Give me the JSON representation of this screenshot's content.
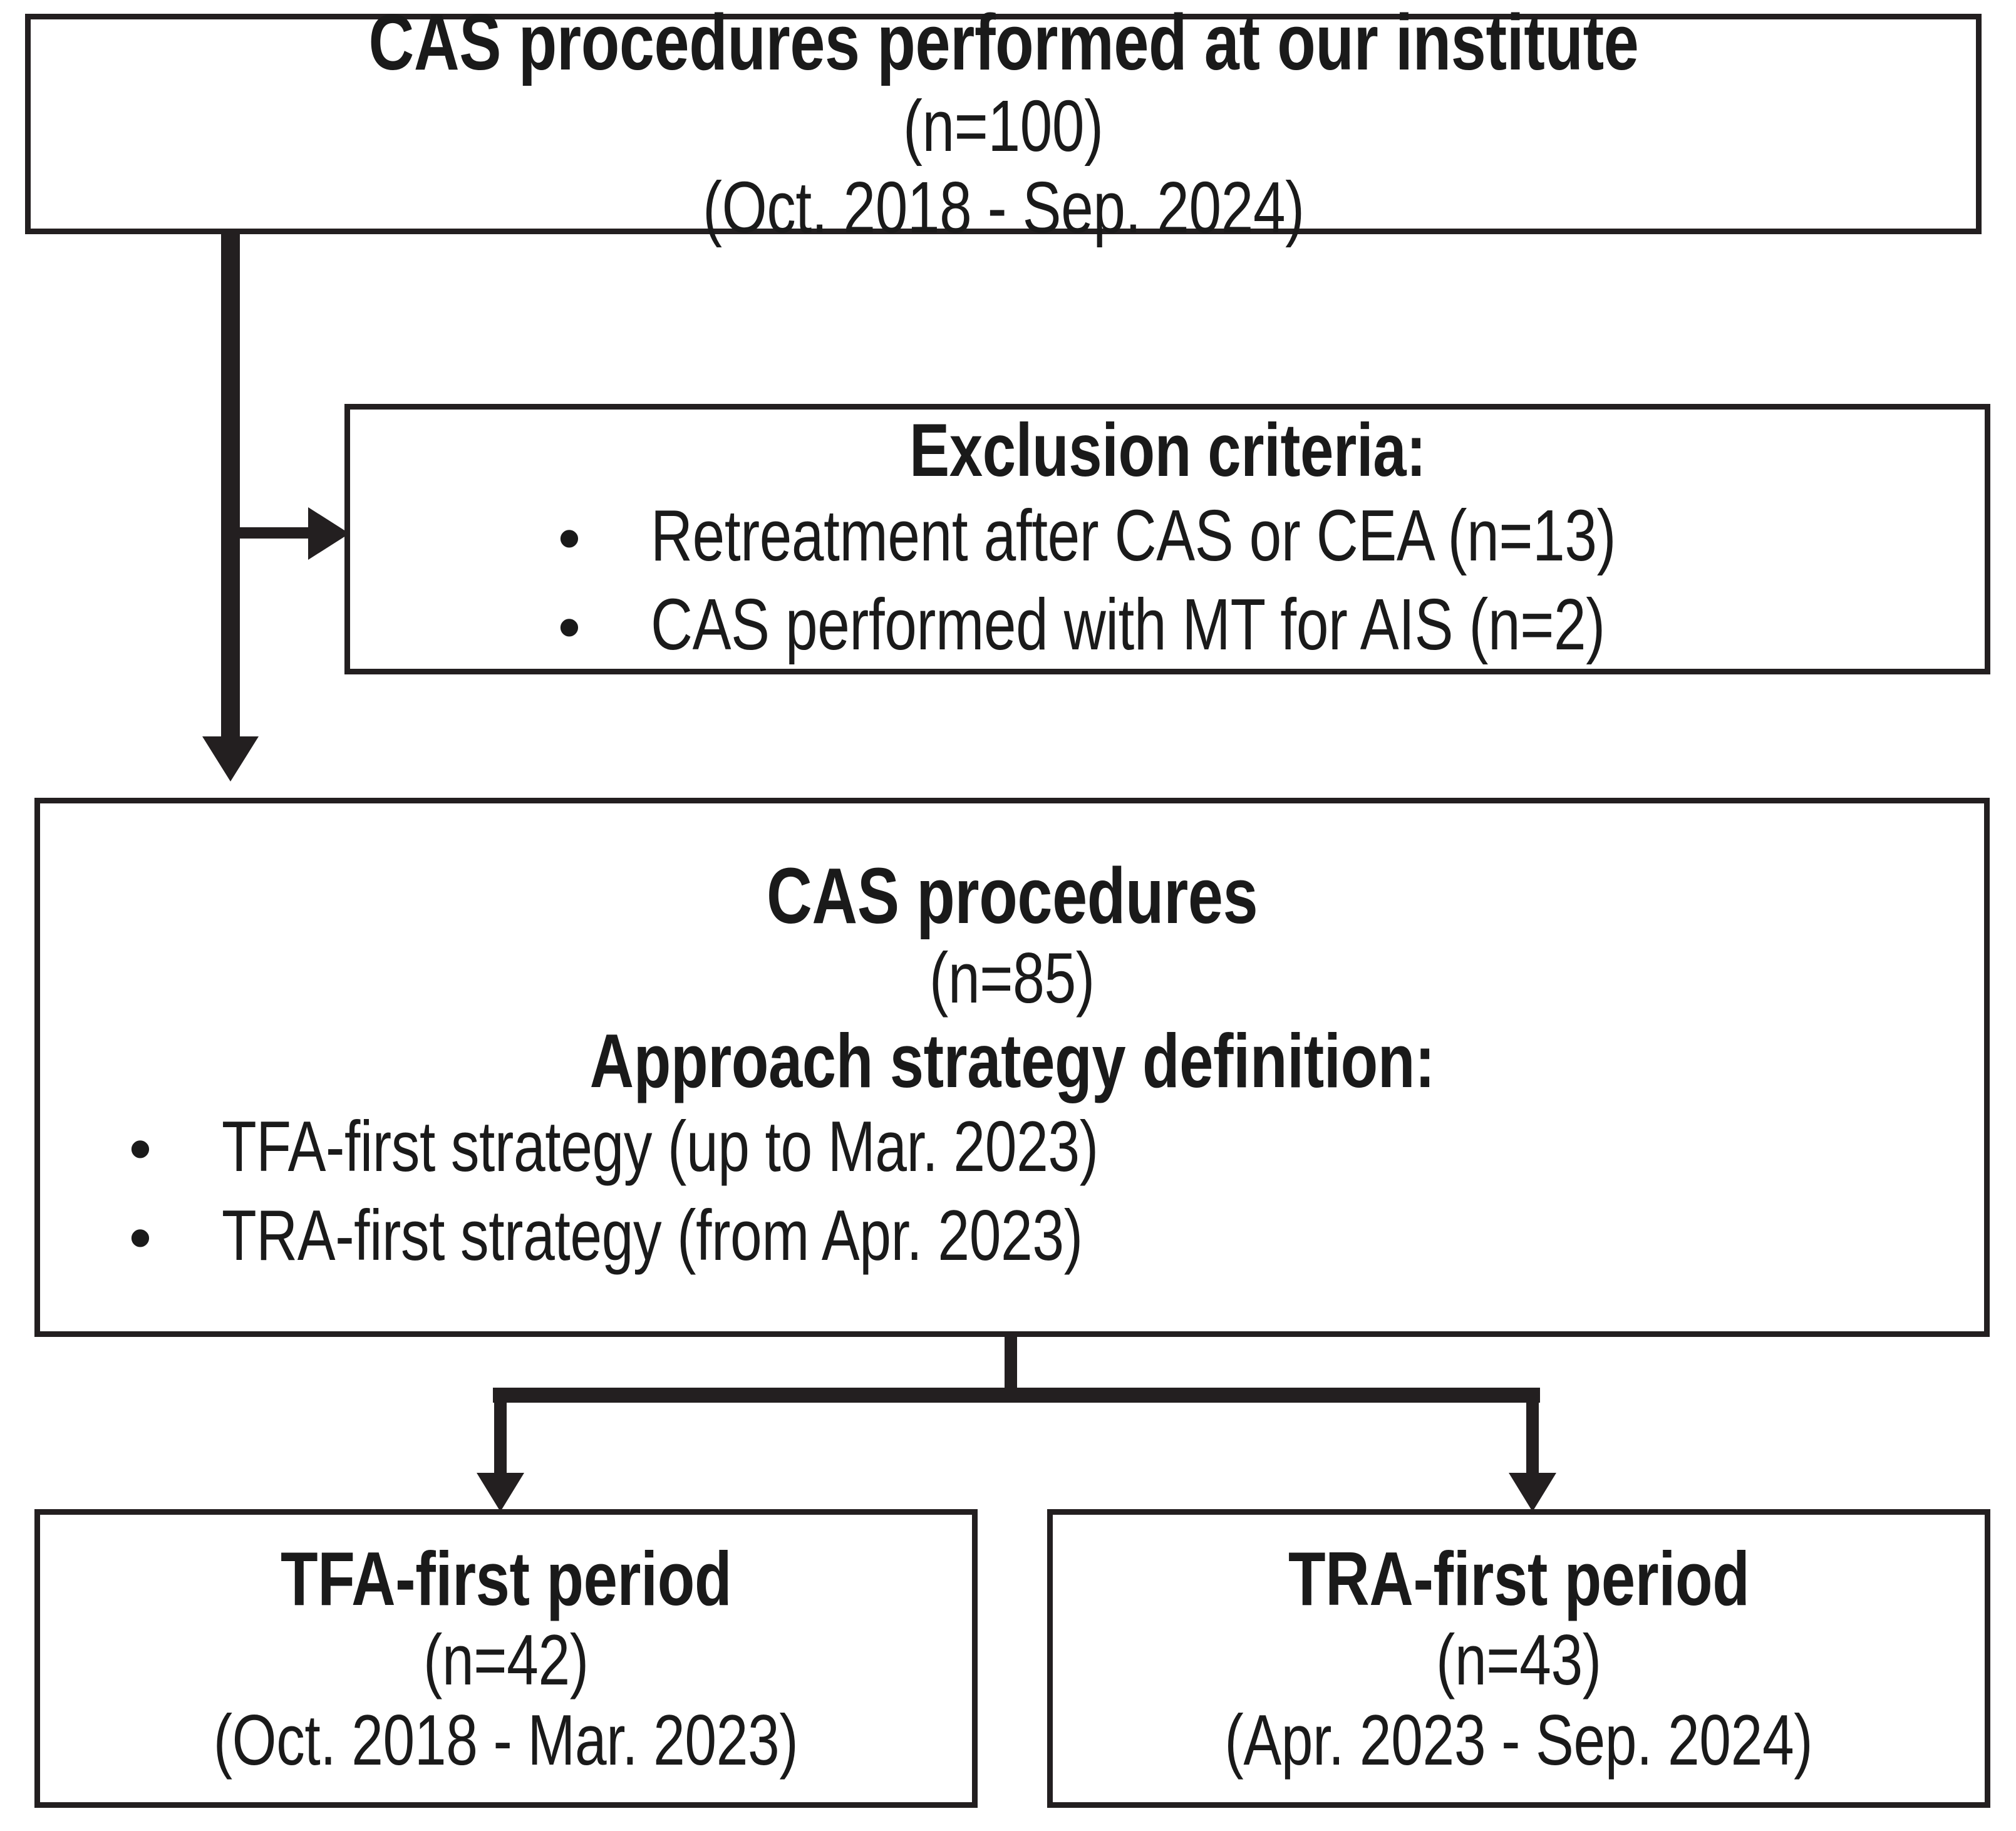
{
  "diagram": {
    "title": "CAS procedure selection flowchart",
    "colors": {
      "ink": "#231f20",
      "background": "#ffffff"
    },
    "bullet_glyph": "•"
  },
  "boxes": {
    "top": {
      "heading": "CAS procedures performed at our institute",
      "count": "(n=100)",
      "period": "(Oct. 2018 - Sep. 2024)"
    },
    "exclusion": {
      "heading": "Exclusion criteria:",
      "items": [
        "Retreatment after CAS or CEA (n=13)",
        "CAS performed with MT for AIS (n=2)"
      ]
    },
    "middle": {
      "heading": "CAS procedures",
      "count": "(n=85)",
      "subheading": "Approach strategy definition:",
      "items": [
        "TFA-first strategy (up to Mar. 2023)",
        "TRA-first strategy (from Apr. 2023)"
      ]
    },
    "tfa": {
      "heading": "TFA-first period",
      "count": "(n=42)",
      "period": "(Oct. 2018 - Mar. 2023)"
    },
    "tra": {
      "heading": "TRA-first period",
      "count": "(n=43)",
      "period": "(Apr. 2023 - Sep. 2024)"
    }
  },
  "connectors": {
    "top_to_middle": "arrow-down",
    "top_to_exclusion": "arrow-right",
    "middle_to_tfa": "arrow-down",
    "middle_to_tra": "arrow-down"
  }
}
